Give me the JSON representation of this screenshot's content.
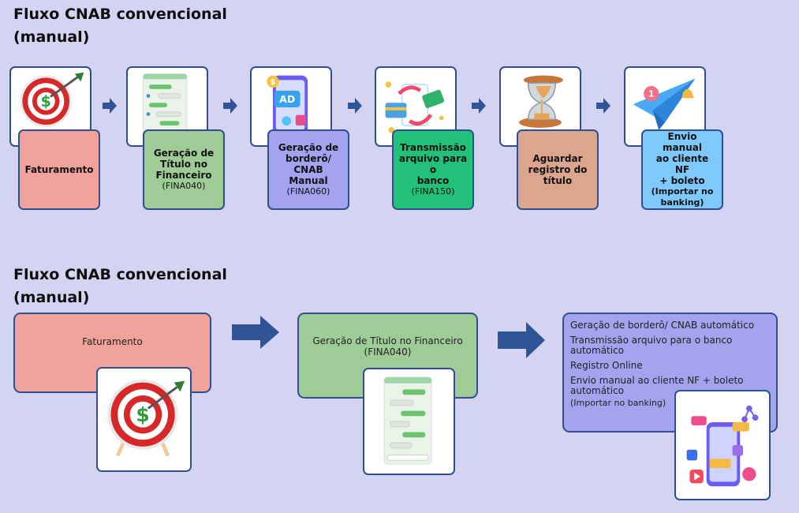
{
  "flow1": {
    "title": "Fluxo CNAB convencional\n(manual)",
    "steps": [
      {
        "label": "Faturamento",
        "sub": "",
        "color": "#f0a29b",
        "icon": "target-dollar-icon"
      },
      {
        "label": "Geração de\nTítulo no\nFinanceiro",
        "sub": "(FINA040)",
        "color": "#9fcc96",
        "icon": "chat-phone-icon"
      },
      {
        "label": "Geração de\nborderô/\nCNAB Manual",
        "sub": "(FINA060)",
        "color": "#a3a3ef",
        "icon": "ad-phone-icon"
      },
      {
        "label": "Transmissão\narquivo para o\nbanco",
        "sub": "(FINA150)",
        "color": "#21c17a",
        "icon": "money-transfer-icon"
      },
      {
        "label": "Aguardar\nregistro do\ntítulo",
        "sub": "",
        "color": "#dba58e",
        "icon": "hourglass-icon"
      },
      {
        "label": "Envio manual\nao cliente NF\n+ boleto",
        "sub": "(Importar no\nbanking)",
        "color": "#7ec8fb",
        "icon": "paper-plane-icon"
      }
    ]
  },
  "flow2": {
    "title": "Fluxo CNAB convencional\n(manual)",
    "box1": {
      "label": "Faturamento",
      "color": "#f0a29b"
    },
    "box2": {
      "label": "Geração de Título no Financeiro\n(FINA040)",
      "color": "#9fcc96"
    },
    "box3": {
      "color": "#a3a3ef",
      "items": [
        "Geração de borderô/ CNAB automático",
        "Transmissão arquivo para o banco automático",
        "Registro Online",
        "Envio manual ao cliente NF + boleto automático"
      ],
      "note": "(Importar no banking)"
    }
  },
  "colors": {
    "border": "#2f4f8f",
    "arrow": "#2f5597",
    "background": "#d4d4f2"
  }
}
